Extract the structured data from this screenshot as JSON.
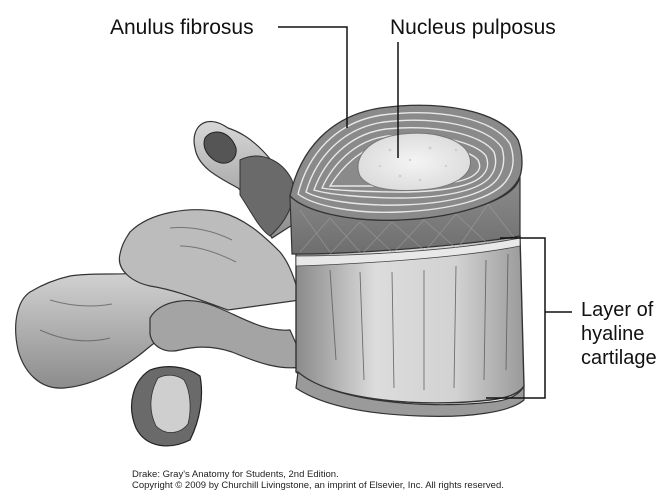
{
  "labels": {
    "anulus": "Anulus fibrosus",
    "nucleus": "Nucleus pulposus",
    "hyaline_line1": "Layer of",
    "hyaline_line2": "hyaline",
    "hyaline_line3": "cartilage"
  },
  "credit": {
    "line1": "Drake: Gray's Anatomy for Students, 2nd Edition.",
    "line2": "Copyright © 2009 by Churchill Livingstone, an imprint of Elsevier, Inc. All rights reserved."
  }
}
